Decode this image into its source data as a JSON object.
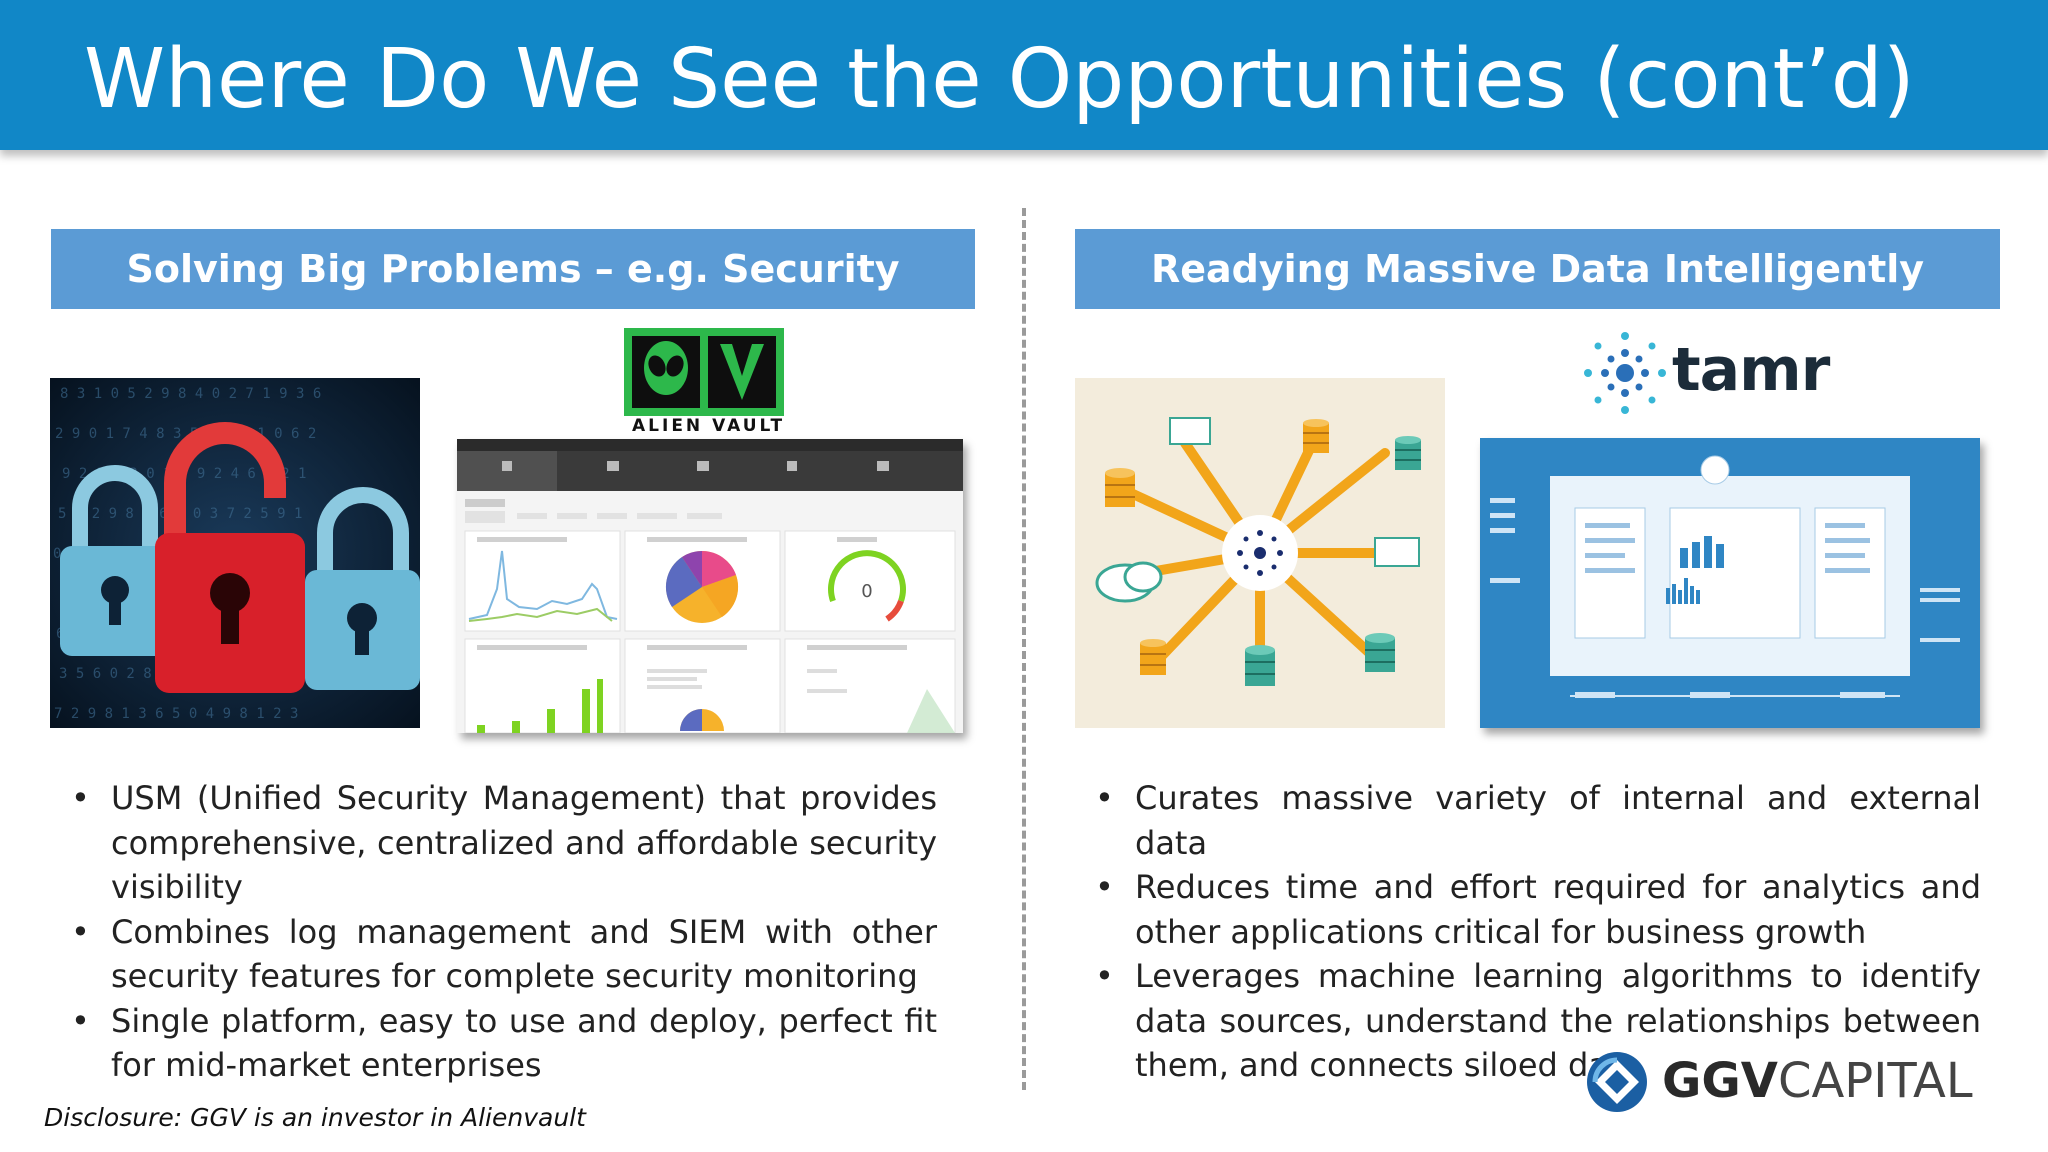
{
  "slide": {
    "title": "Where Do We See the Opportunities (cont’d)"
  },
  "left": {
    "header": "Solving Big Problems – e.g. Security",
    "logo_text": "ALIEN VAULT",
    "dashboard_gauge_value": "0",
    "bullets": [
      "USM (Unified Security Management) that provides comprehensive, centralized and affordable security visibility",
      "Combines log management and SIEM with other security features for complete security monitoring",
      "Single platform, easy to use and deploy, perfect fit for mid-market enterprises"
    ]
  },
  "right": {
    "header": "Readying Massive Data Intelligently",
    "logo_text": "tamr",
    "bullets": [
      "Curates massive variety of internal and external data",
      "Reduces time and effort required for analytics and other applications critical for business growth",
      "Leverages machine learning algorithms to identify data sources, understand the relationships between them, and connects siloed data"
    ]
  },
  "footer": {
    "disclosure": "Disclosure: GGV is an investor in Alienvault",
    "brand_bold": "GGV",
    "brand_light": "CAPITAL"
  },
  "colors": {
    "title_bar": "#1187c7",
    "section_header": "#5b9bd5",
    "lock_red": "#d8202a",
    "lock_blue": "#6ab8d6",
    "hub_orange": "#f2a51a",
    "alien_green": "#2db84b"
  }
}
